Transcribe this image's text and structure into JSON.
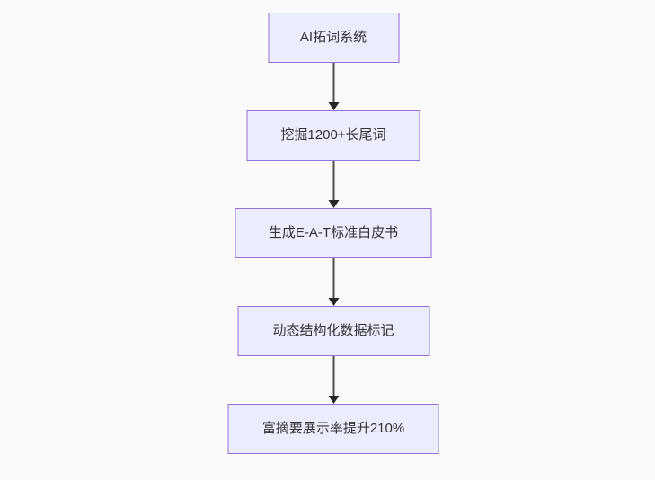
{
  "canvas": {
    "background_color": "#fafafa"
  },
  "flowchart": {
    "type": "flowchart",
    "direction": "top-down",
    "style": {
      "node_fill": "#ececff",
      "node_border": "#9370db",
      "text_color": "#333333",
      "arrow_color": "#333333"
    },
    "nodes": [
      {
        "id": "A",
        "label": "AI拓词系统"
      },
      {
        "id": "B",
        "label": "挖掘1200+长尾词"
      },
      {
        "id": "C",
        "label": "生成E-A-T标准白皮书"
      },
      {
        "id": "D",
        "label": "动态结构化数据标记"
      },
      {
        "id": "E",
        "label": "富摘要展示率提升210%"
      }
    ],
    "edges": [
      {
        "from": "A",
        "to": "B"
      },
      {
        "from": "B",
        "to": "C"
      },
      {
        "from": "C",
        "to": "D"
      },
      {
        "from": "D",
        "to": "E"
      }
    ]
  }
}
